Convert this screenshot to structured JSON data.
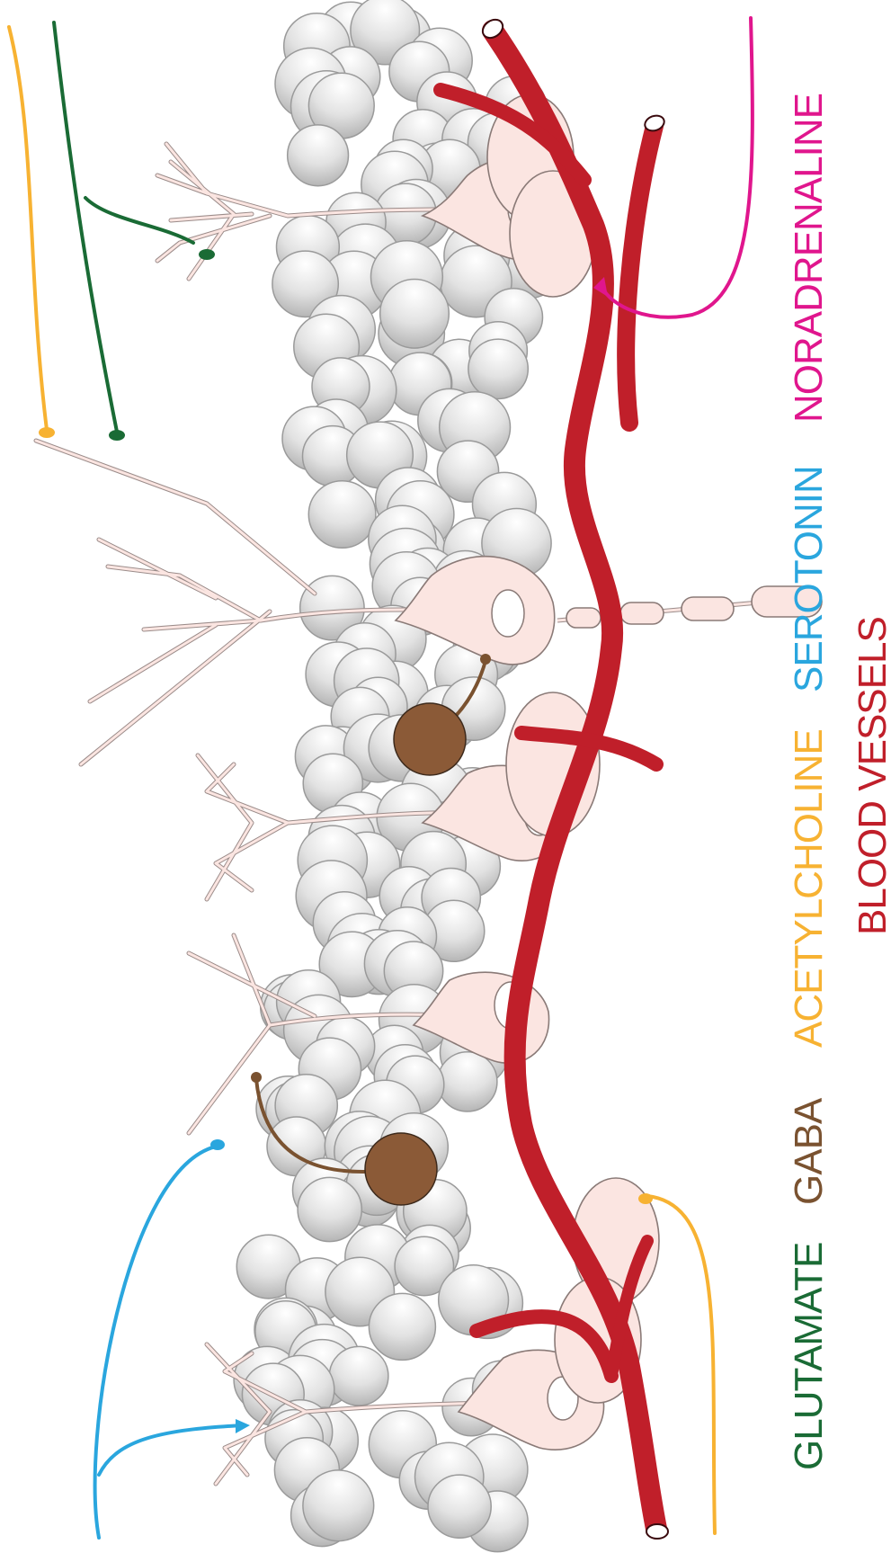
{
  "legend": {
    "glutamate": "GLUTAMATE",
    "gaba": "GABA",
    "acetylcholine": "ACETYLCHOLINE",
    "serotonin": "SEROTONIN",
    "noradrenaline": "NORADRENALINE",
    "blood_vessels": "BLOOD VESSELS"
  },
  "colors": {
    "glutamate": "#1a6b35",
    "gaba": "#7a5230",
    "acetylcholine": "#f7b232",
    "serotonin": "#2aa6de",
    "noradrenaline": "#e0168d",
    "blood_vessels": "#c01f2a",
    "cell_fill": "#fbe5e1",
    "granule_cell": "#e0e0e0"
  }
}
